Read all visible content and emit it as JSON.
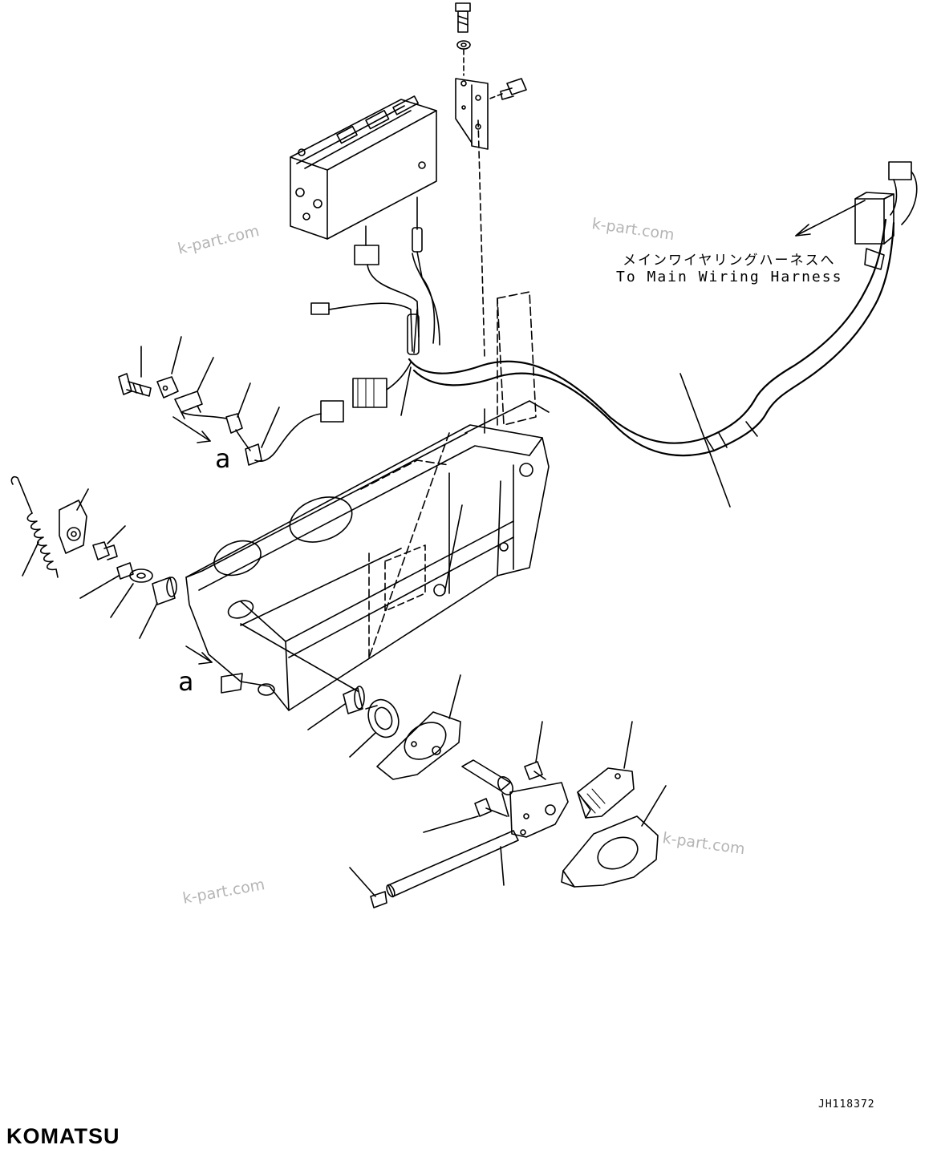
{
  "watermarks": [
    "k-part.com",
    "k-part.com",
    "k-part.com",
    "k-part.com"
  ],
  "callout": {
    "jp": "メインワイヤリングハーネスへ",
    "en": "To Main Wiring Harness"
  },
  "view_labels": [
    "a",
    "a"
  ],
  "drawing_code": "JH118372",
  "brand": "KOMATSU",
  "colors": {
    "ink": "#000000",
    "watermark": "#b5b5b5",
    "background": "#ffffff"
  }
}
